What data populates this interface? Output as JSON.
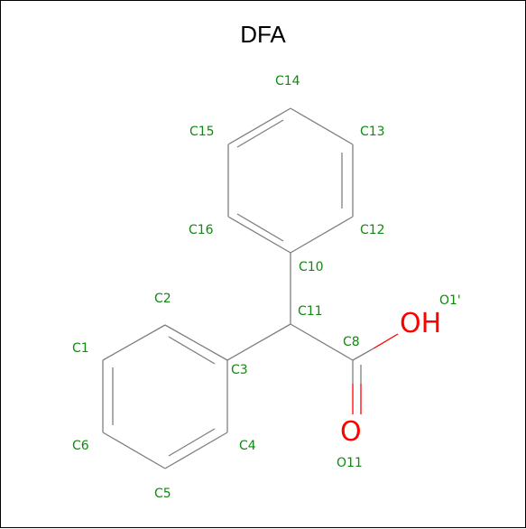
{
  "title": "DFA",
  "colors": {
    "bond": "#7f7f7f",
    "atom_label": "#118811",
    "oxygen": "#ff0000",
    "frame": "#000000"
  },
  "atom_labels": {
    "C1": "C1",
    "C2": "C2",
    "C3": "C3",
    "C4": "C4",
    "C5": "C5",
    "C6": "C6",
    "C8": "C8",
    "C10": "C10",
    "C11": "C11",
    "C12": "C12",
    "C13": "C13",
    "C14": "C14",
    "C15": "C15",
    "C16": "C16",
    "O1p": "O1'",
    "O11": "O11"
  },
  "hetero_atoms": {
    "OH": "OH",
    "O": "O"
  }
}
